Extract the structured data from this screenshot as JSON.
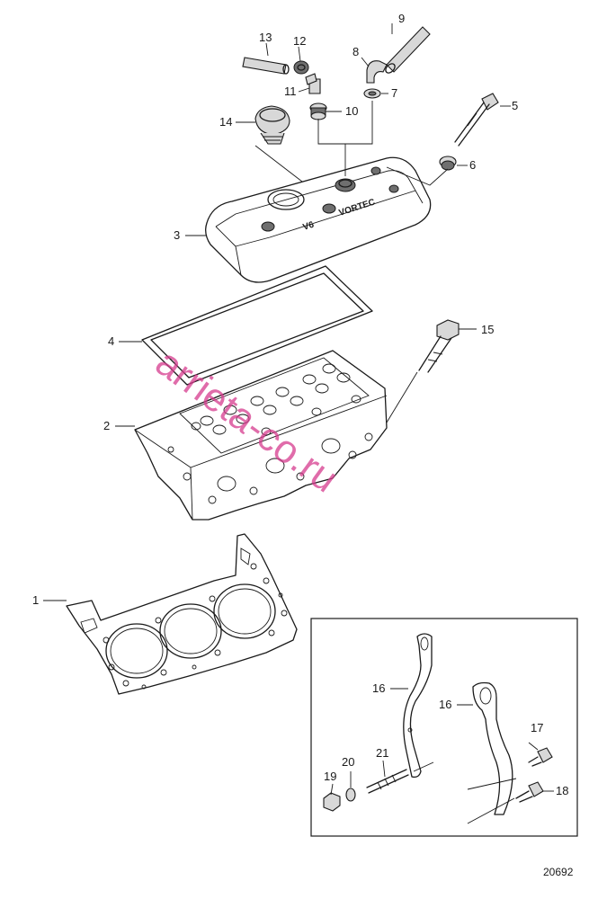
{
  "diagram": {
    "reference_number": "20692",
    "watermark": "arrieta-co.ru",
    "cover_text_model": "V6",
    "cover_text_brand": "VORTEC",
    "callouts": {
      "c1": "1",
      "c2": "2",
      "c3": "3",
      "c4": "4",
      "c5": "5",
      "c6": "6",
      "c7": "7",
      "c8": "8",
      "c9": "9",
      "c10": "10",
      "c11": "11",
      "c12": "12",
      "c13": "13",
      "c14": "14",
      "c15": "15",
      "c16a": "16",
      "c16b": "16",
      "c17": "17",
      "c18": "18",
      "c19": "19",
      "c20": "20",
      "c21": "21"
    }
  }
}
